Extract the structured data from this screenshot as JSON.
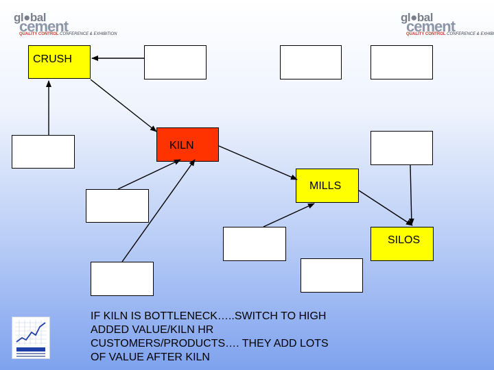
{
  "logos": {
    "brand_top": "gl●bal",
    "brand_bottom": "cement",
    "tagline_a": "QUALITY CONTROL",
    "tagline_b": "CONFERENCE & EXHIBITION"
  },
  "diagram": {
    "nodes": {
      "crush": "CRUSH",
      "kiln": "KILN",
      "mills": "MILLS",
      "silos": "SILOS"
    },
    "note": "IF KILN IS BOTTLENECK…..SWITCH TO HIGH ADDED VALUE/KILN HR CUSTOMERS/PRODUCTS…. THEY ADD LOTS OF VALUE AFTER KILN"
  },
  "colors": {
    "crush": "#ffff00",
    "kiln": "#ff3300",
    "mills": "#ffff00",
    "silos": "#ffff00",
    "empty": "#ffffff"
  }
}
